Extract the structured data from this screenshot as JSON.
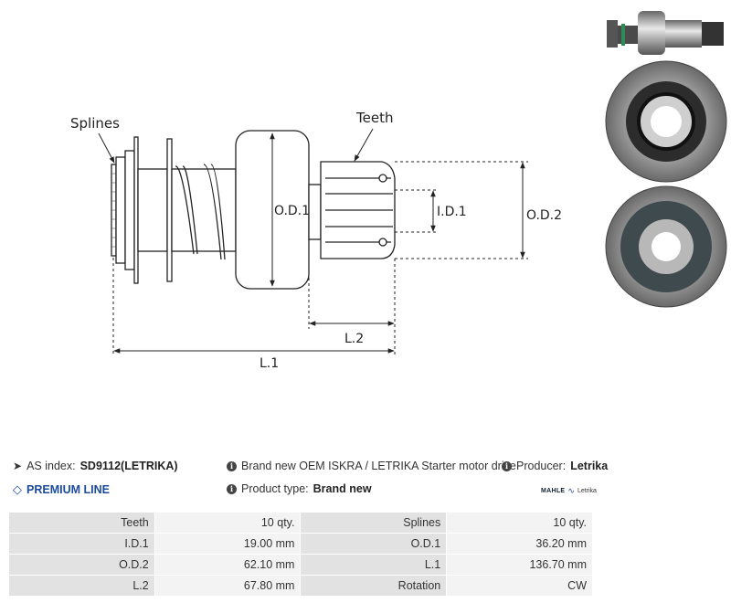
{
  "drawing": {
    "labels": {
      "splines": "Splines",
      "teeth": "Teeth",
      "od1": "O.D.1",
      "id1": "I.D.1",
      "od2": "O.D.2",
      "l2": "L.2",
      "l1": "L.1"
    },
    "photos": [
      "product-photo-side",
      "product-photo-front",
      "product-photo-back"
    ]
  },
  "info": {
    "as_index_label": "AS index:",
    "as_index_value": "SD9112(LETRIKA)",
    "description": "Brand new OEM ISKRA / LETRIKA Starter motor drive",
    "producer_label": "Producer:",
    "producer_value": "Letrika",
    "premium_line": "PREMIUM LINE",
    "product_type_label": "Product type:",
    "product_type_value": "Brand new",
    "logo_mahle": "MAHLE",
    "logo_letrika": "Letrika"
  },
  "specs": {
    "rows": [
      [
        {
          "k": "Teeth",
          "v": "10 qty."
        },
        {
          "k": "Splines",
          "v": "10 qty."
        }
      ],
      [
        {
          "k": "I.D.1",
          "v": "19.00 mm"
        },
        {
          "k": "O.D.1",
          "v": "36.20 mm"
        }
      ],
      [
        {
          "k": "O.D.2",
          "v": "62.10 mm"
        },
        {
          "k": "L.1",
          "v": "136.70 mm"
        }
      ],
      [
        {
          "k": "L.2",
          "v": "67.80 mm"
        },
        {
          "k": "Rotation",
          "v": "CW"
        }
      ]
    ]
  },
  "colors": {
    "premium": "#1a4a9c",
    "table_key": "#e2e2e2",
    "table_value": "#f3f3f3"
  }
}
